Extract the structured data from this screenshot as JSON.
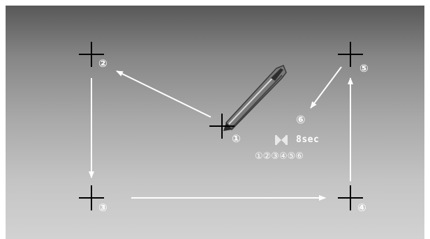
{
  "calibration": {
    "points": [
      {
        "id": "point-1",
        "label": "①"
      },
      {
        "id": "point-2",
        "label": "②"
      },
      {
        "id": "point-3",
        "label": "③"
      },
      {
        "id": "point-4",
        "label": "④"
      },
      {
        "id": "point-5",
        "label": "⑤"
      },
      {
        "id": "point-6",
        "label": "⑥"
      }
    ],
    "current_point": "⑥",
    "timer": "8sec",
    "sequence": "①②③④⑤⑥",
    "timer_icon": "hourglass-icon",
    "pen_icon": "stylus-pen-icon"
  },
  "colors": {
    "crosshair": "#000000",
    "arrow": "#ffffff",
    "label": "#ffffff"
  }
}
